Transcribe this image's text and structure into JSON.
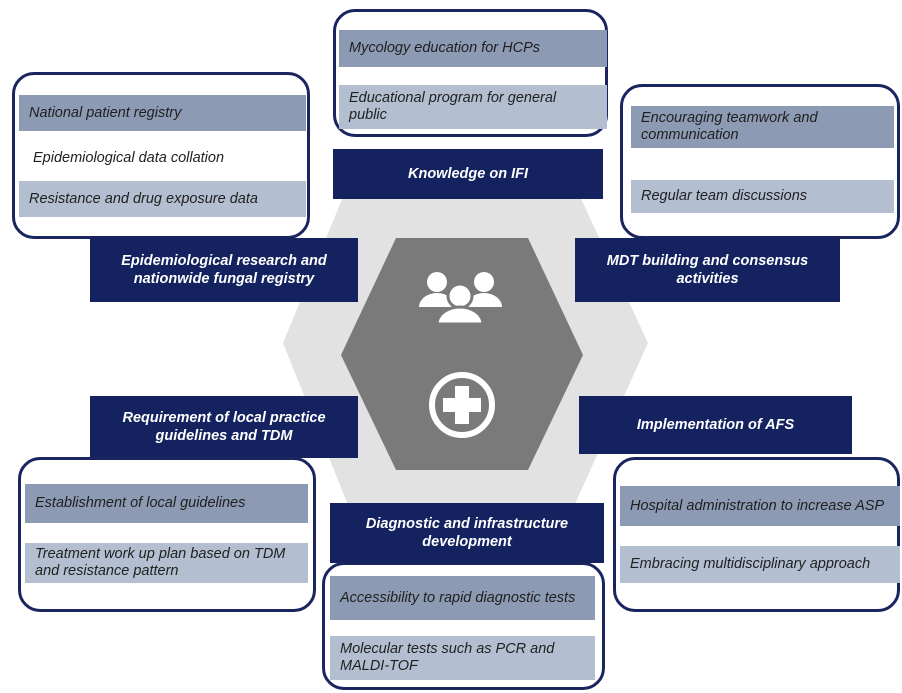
{
  "colors": {
    "navy": "#142260",
    "border": "#1a2560",
    "item_dark": "#8c9bb3",
    "item_light": "#b3bfd1",
    "hex_outer": "#e2e2e2",
    "hex_inner": "#7a7a7a"
  },
  "center": {
    "people_icon": "people-group-icon",
    "plus_icon": "medical-cross-icon"
  },
  "knowledge": {
    "label": "Knowledge on IFI",
    "items": [
      "Mycology education for HCPs",
      "Educational program for general public"
    ]
  },
  "epidemiology": {
    "label": "Epidemiological research and nationwide fungal registry",
    "items": [
      "National patient registry",
      "Epidemiological data collation",
      "Resistance and drug exposure data"
    ]
  },
  "mdt": {
    "label": "MDT building and consensus activities",
    "items": [
      "Encouraging teamwork and communication",
      "Regular team discussions"
    ]
  },
  "guidelines": {
    "label": "Requirement of local practice guidelines and TDM",
    "items": [
      "Establishment of local guidelines",
      "Treatment work up plan based on TDM and resistance pattern"
    ]
  },
  "afs": {
    "label": "Implementation of  AFS",
    "items": [
      "Hospital administration to increase ASP",
      "Embracing multidisciplinary approach"
    ]
  },
  "diagnostic": {
    "label": "Diagnostic and infrastructure development",
    "items": [
      "Accessibility to rapid diagnostic tests",
      "Molecular tests such  as PCR and MALDI-TOF"
    ]
  }
}
